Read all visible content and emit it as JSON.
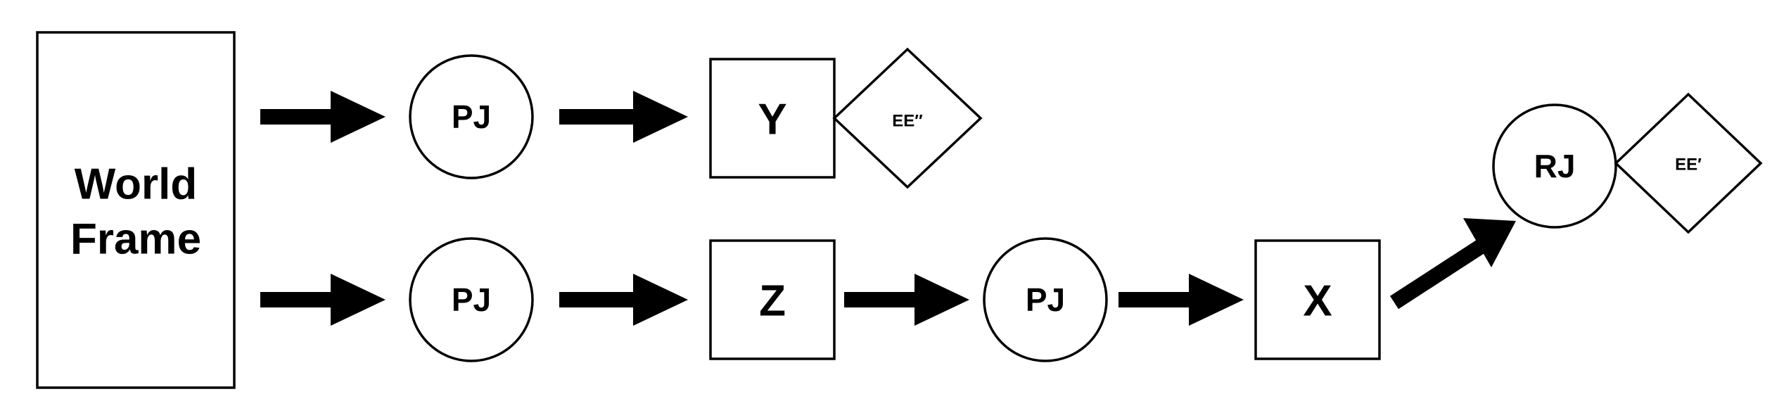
{
  "diagram": {
    "world_frame": [
      "World",
      "Frame"
    ],
    "nodes": {
      "pj_top": "PJ",
      "y_box": "Y",
      "ee_double_prime": "EE′′",
      "pj_bottom_1": "PJ",
      "z_box": "Z",
      "pj_bottom_2": "PJ",
      "x_box": "X",
      "rj": "RJ",
      "ee_prime": "EE′"
    }
  }
}
